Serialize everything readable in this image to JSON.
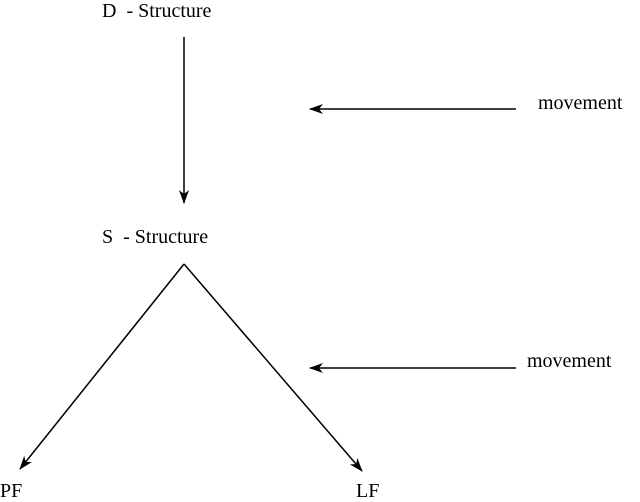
{
  "diagram": {
    "nodes": {
      "d_structure": "D  - Structure",
      "s_structure": "S  - Structure",
      "pf": "PF",
      "lf": "LF"
    },
    "side_labels": {
      "movement_top": "movement",
      "movement_bottom": "movement"
    },
    "edges": [
      {
        "from": "D  - Structure",
        "to": "S  - Structure"
      },
      {
        "from": "S  - Structure",
        "to": "PF"
      },
      {
        "from": "S  - Structure",
        "to": "LF"
      }
    ],
    "colors": {
      "line": "#000000",
      "text": "#000000",
      "background": "#ffffff"
    }
  }
}
